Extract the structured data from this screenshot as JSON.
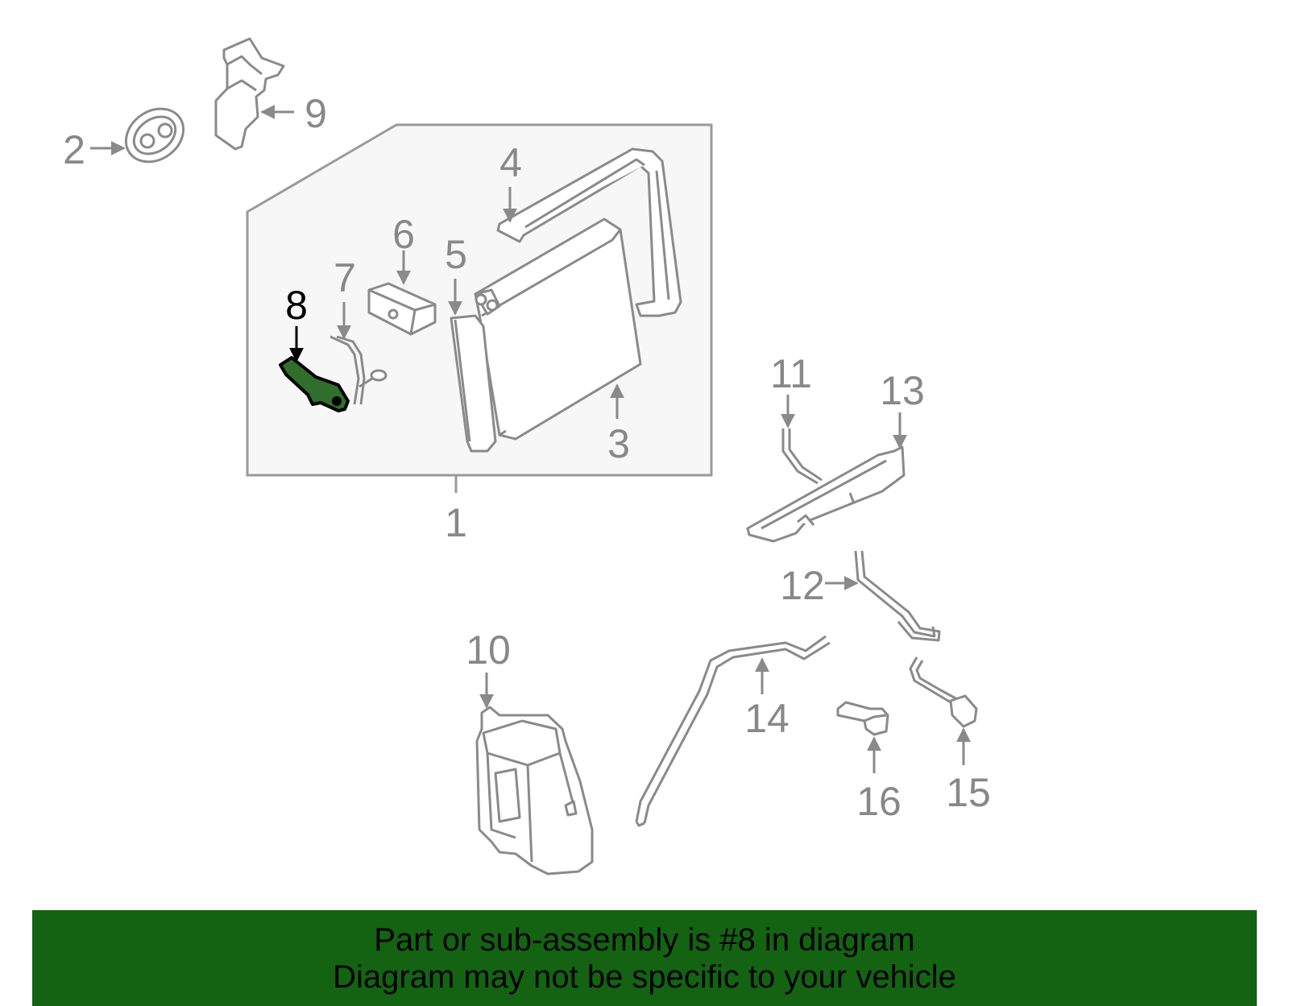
{
  "diagram": {
    "highlight_callout": "8",
    "colors": {
      "line": "#8a8a8a",
      "panel_fill": "#f7f7f7",
      "panel_stroke": "#9a9a9a",
      "highlight_fill": "#2f6e2b",
      "highlight_stroke": "#000000",
      "label": "#888888",
      "highlight_label": "#000000",
      "banner": "#136312"
    },
    "callouts": {
      "c1": "1",
      "c2": "2",
      "c3": "3",
      "c4": "4",
      "c5": "5",
      "c6": "6",
      "c7": "7",
      "c8": "8",
      "c9": "9",
      "c10": "10",
      "c11": "11",
      "c12": "12",
      "c13": "13",
      "c14": "14",
      "c15": "15",
      "c16": "16"
    }
  },
  "banner": {
    "line1": "Part or sub-assembly is #8 in diagram",
    "line2": "Diagram may not be specific to your vehicle"
  }
}
